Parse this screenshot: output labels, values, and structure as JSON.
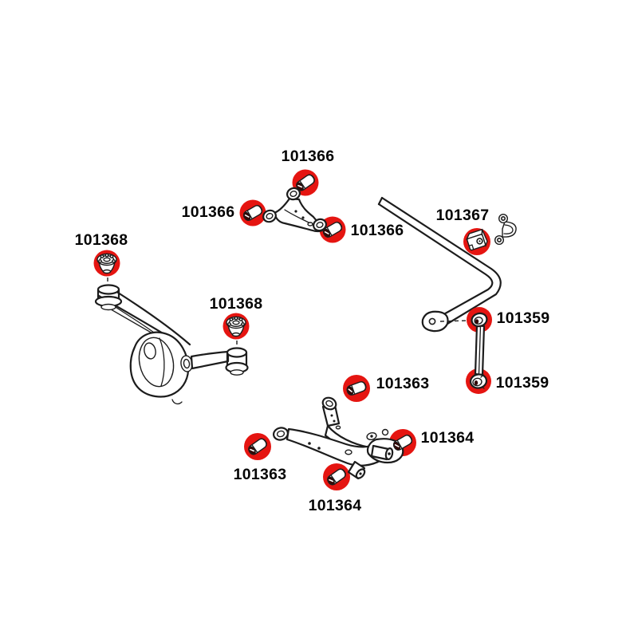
{
  "diagram": {
    "description": "Rear suspension bushing parts diagram with highlighted polyurethane bushings",
    "colors": {
      "background": "#ffffff",
      "line": "#1c1c1c",
      "highlight_red": "#e51511",
      "bushing_core_dark": "#330806",
      "label_text": "#050505"
    },
    "assemblies": [
      {
        "name": "rear-upper-control-arm",
        "bushing_part_numbers": [
          "101366",
          "101366",
          "101366"
        ]
      },
      {
        "name": "anti-roll-bar-mount",
        "bushing_part_numbers": [
          "101367"
        ]
      },
      {
        "name": "anti-roll-bar-drop-link",
        "bushing_part_numbers": [
          "101359",
          "101359"
        ]
      },
      {
        "name": "differential-support-arm",
        "bushing_part_numbers": [
          "101368",
          "101368"
        ]
      },
      {
        "name": "rear-lower-control-arm",
        "bushing_part_numbers": [
          "101363",
          "101363",
          "101364",
          "101364"
        ]
      }
    ],
    "labels": [
      {
        "id": "upper-arm-top",
        "text": "101366"
      },
      {
        "id": "upper-arm-left",
        "text": "101366"
      },
      {
        "id": "upper-arm-rear",
        "text": "101366"
      },
      {
        "id": "anti-roll-bar-bush",
        "text": "101367"
      },
      {
        "id": "diff-mount-front",
        "text": "101368"
      },
      {
        "id": "diff-mount-rear",
        "text": "101368"
      },
      {
        "id": "link-top",
        "text": "101359"
      },
      {
        "id": "link-bottom",
        "text": "101359"
      },
      {
        "id": "lower-arm-front",
        "text": "101363"
      },
      {
        "id": "lower-arm-outer",
        "text": "101363"
      },
      {
        "id": "lower-arm-rear",
        "text": "101364"
      },
      {
        "id": "lower-arm-inner",
        "text": "101364"
      }
    ]
  }
}
